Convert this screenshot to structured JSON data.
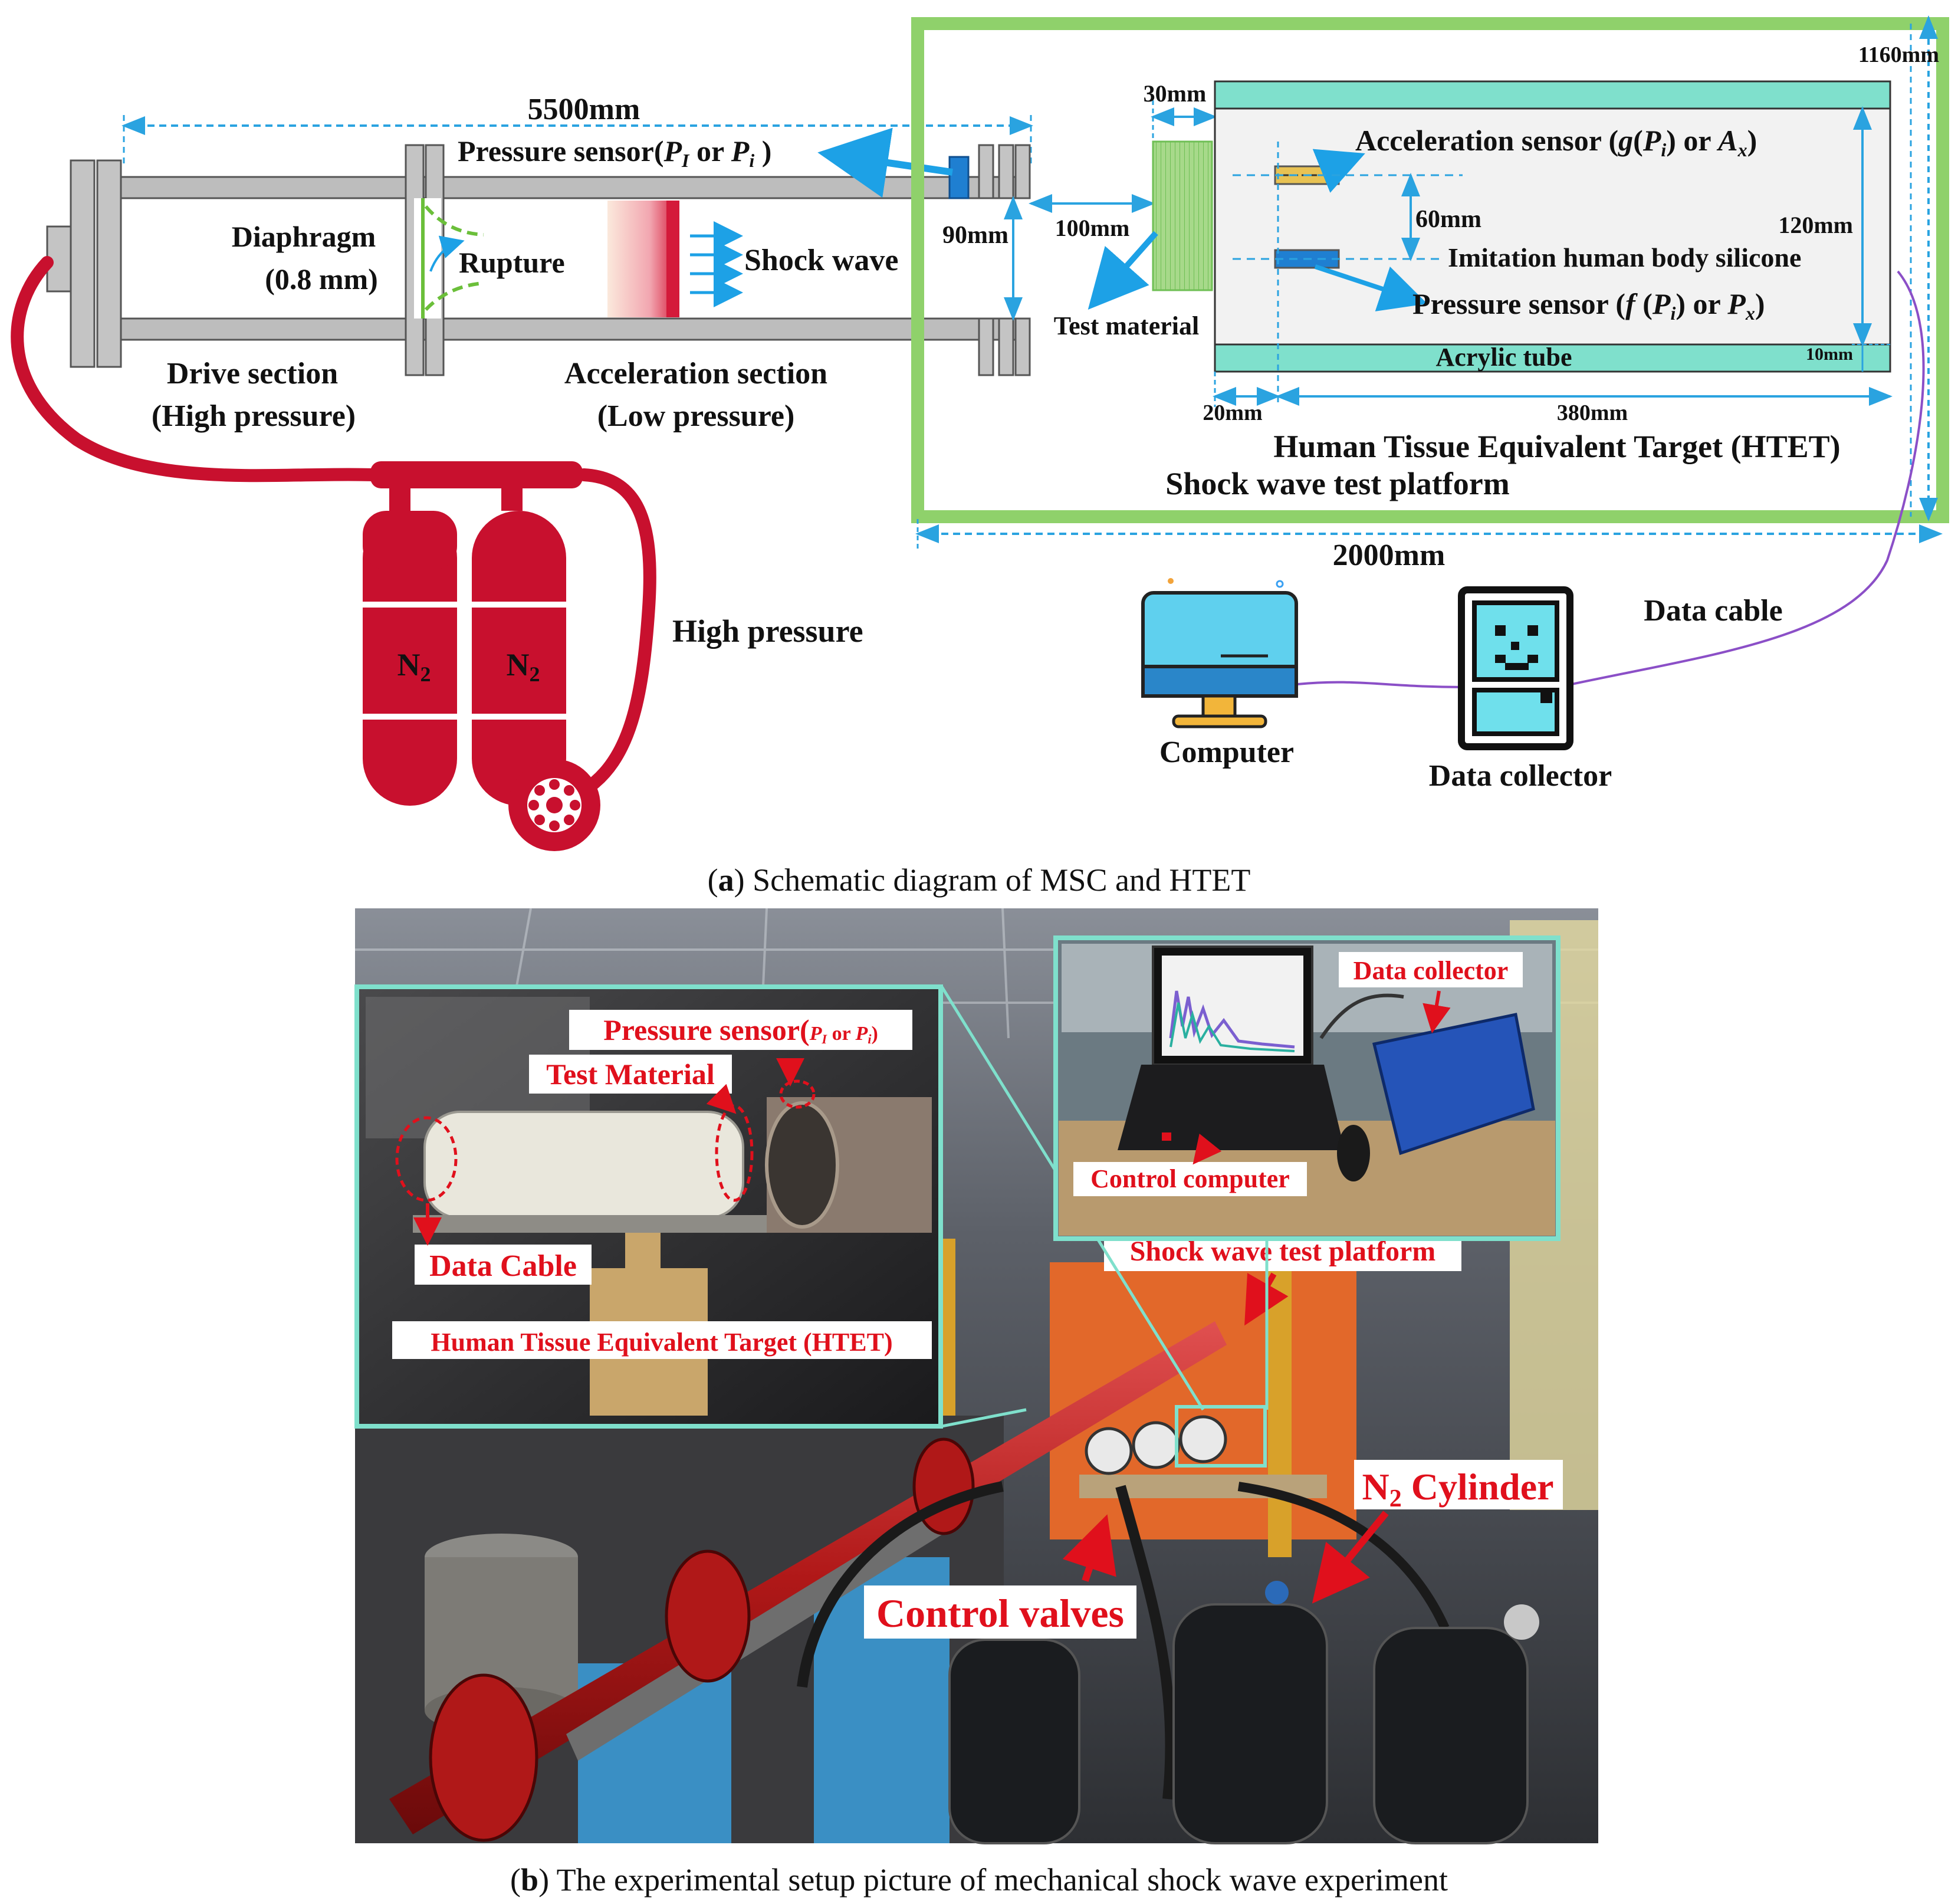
{
  "diagram_a": {
    "dims": {
      "total_length": "5500mm",
      "tube_diameter": "90mm",
      "gap": "100mm",
      "test_material_thickness": "30mm",
      "target_height": "1160mm",
      "sensor_spacing": "60mm",
      "inner_height": "120mm",
      "wall_thickness": "10mm",
      "left_offset": "20mm",
      "inner_length": "380mm",
      "platform_width": "2000mm"
    },
    "labels": {
      "pressure_sensor_top": "Pressure sensor(",
      "pressure_sensor_top_sym1": "P",
      "pressure_sensor_top_sub1": "I",
      "pressure_sensor_top_or": " or ",
      "pressure_sensor_top_sym2": "P",
      "pressure_sensor_top_sub2": "i",
      "pressure_sensor_top_close": " )",
      "diaphragm": "Diaphragm",
      "diaphragm_thickness": "(0.8 mm)",
      "rupture": "Rupture",
      "shock_wave": "Shock wave",
      "drive_section": "Drive section",
      "drive_section_sub": "(High pressure)",
      "acceleration_section": "Acceleration section",
      "acceleration_section_sub": "(Low pressure)",
      "gas_left": "N",
      "gas_right": "N",
      "gas_sub": "2",
      "high_pressure": "High pressure",
      "test_material": "Test material",
      "accel_sensor": "Acceleration sensor (",
      "accel_sensor_sym1": "g",
      "accel_sensor_sym1_open": "(",
      "accel_sensor_sym1_p": "P",
      "accel_sensor_sym1_sub": "i",
      "accel_sensor_sym1_close": ")",
      "accel_sensor_or": " or ",
      "accel_sensor_sym2": "A",
      "accel_sensor_sym2_sub": "x",
      "accel_sensor_close": ")",
      "imitation_silicone": "Imitation human body silicone",
      "pressure_sensor_inner": "Pressure sensor (",
      "pressure_sensor_inner_sym1": "f",
      "pressure_sensor_inner_sym1_open": " (",
      "pressure_sensor_inner_sym1_p": "P",
      "pressure_sensor_inner_sym1_sub": "i",
      "pressure_sensor_inner_sym1_close": ")",
      "pressure_sensor_inner_or": " or ",
      "pressure_sensor_inner_sym2": "P",
      "pressure_sensor_inner_sym2_sub": "x",
      "pressure_sensor_inner_close": ")",
      "acrylic_tube": "Acrylic tube",
      "htet_title": "Human Tissue Equivalent Target (HTET)",
      "platform_title": "Shock wave test platform",
      "data_cable": "Data cable",
      "computer": "Computer",
      "data_collector": "Data collector"
    },
    "caption_letter": "a",
    "caption_text": ") Schematic diagram of MSC and HTET"
  },
  "photo_b": {
    "inset_left": {
      "pressure_sensor": "Pressure sensor(",
      "pressure_sensor_sym1": "P",
      "pressure_sensor_sub1": "I",
      "pressure_sensor_or": " or ",
      "pressure_sensor_sym2": "P",
      "pressure_sensor_sub2": "i",
      "pressure_sensor_close": ")",
      "test_material": "Test Material",
      "data_cable": "Data Cable",
      "htet": "Human Tissue Equivalent Target (HTET)"
    },
    "inset_right": {
      "data_collector": "Data collector",
      "control_computer": "Control computer"
    },
    "main": {
      "shock_platform": "Shock wave test platform",
      "n2_cylinder": "N",
      "n2_sub": "2",
      "n2_rest": " Cylinder",
      "control_valves": "Control valves"
    },
    "caption_letter": "b",
    "caption_text": ") The experimental setup picture of mechanical shock wave experiment"
  },
  "colors": {
    "dim_line": "#2aa3e0",
    "frame_green": "#8fd16b",
    "acrylic": "#7fe0cc",
    "silicone": "#f2f2f2",
    "cylinder_red": "#c8102e",
    "tube_gray": "#b9b9b9",
    "sensor_blue": "#1f7fd1",
    "arrow_blue": "#1da1e6",
    "label_red": "#e0101c",
    "cable_purple": "#8b4fc7"
  }
}
